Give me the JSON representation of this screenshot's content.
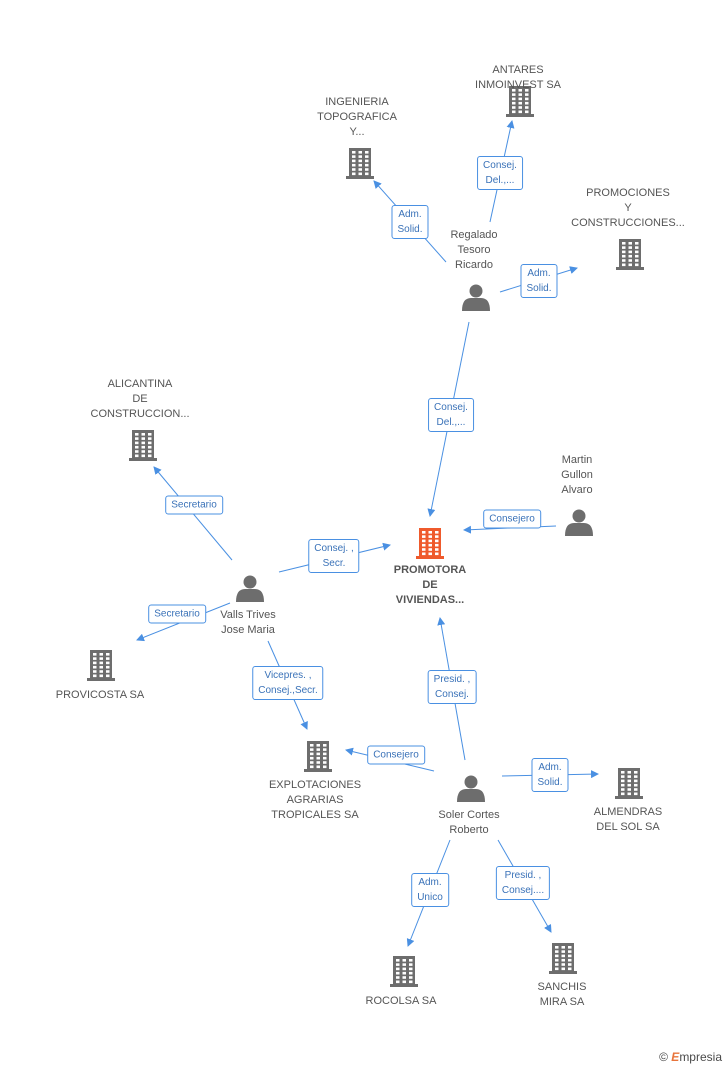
{
  "colors": {
    "edge": "#4a90e2",
    "icon": "#6d6d6d",
    "center_icon": "#ef5a2c",
    "label": "#555555"
  },
  "nodes": [
    {
      "id": "promotora",
      "type": "company",
      "center": true,
      "lines": [
        "PROMOTORA",
        "DE",
        "VIVIENDAS..."
      ]
    },
    {
      "id": "regalado",
      "type": "person",
      "lines": [
        "Regalado",
        "Tesoro",
        "Ricardo"
      ]
    },
    {
      "id": "antares",
      "type": "company",
      "lines": [
        "ANTARES",
        "INMOINVEST SA"
      ]
    },
    {
      "id": "ingenieria",
      "type": "company",
      "lines": [
        "INGENIERIA",
        "TOPOGRAFICA",
        "Y..."
      ]
    },
    {
      "id": "promociones",
      "type": "company",
      "lines": [
        "PROMOCIONES",
        "Y",
        "CONSTRUCCIONES..."
      ]
    },
    {
      "id": "martin",
      "type": "person",
      "lines": [
        "Martin",
        "Gullon",
        "Alvaro"
      ]
    },
    {
      "id": "alicantina",
      "type": "company",
      "lines": [
        "ALICANTINA",
        "DE",
        "CONSTRUCCION..."
      ]
    },
    {
      "id": "valls",
      "type": "person",
      "lines": [
        "Valls Trives",
        "Jose Maria"
      ]
    },
    {
      "id": "provicosta",
      "type": "company",
      "lines": [
        "PROVICOSTA SA"
      ]
    },
    {
      "id": "explotaciones",
      "type": "company",
      "lines": [
        "EXPLOTACIONES",
        "AGRARIAS",
        "TROPICALES SA"
      ]
    },
    {
      "id": "soler",
      "type": "person",
      "lines": [
        "Soler Cortes",
        "Roberto"
      ]
    },
    {
      "id": "almendras",
      "type": "company",
      "lines": [
        "ALMENDRAS",
        "DEL SOL SA"
      ]
    },
    {
      "id": "rocolsa",
      "type": "company",
      "lines": [
        "ROCOLSA SA"
      ]
    },
    {
      "id": "sanchis",
      "type": "company",
      "lines": [
        "SANCHIS",
        "MIRA SA"
      ]
    }
  ],
  "edges": [
    {
      "from": "regalado",
      "to": "antares",
      "label": [
        "Consej.",
        "Del.,..."
      ]
    },
    {
      "from": "regalado",
      "to": "ingenieria",
      "label": [
        "Adm.",
        "Solid."
      ]
    },
    {
      "from": "regalado",
      "to": "promociones",
      "label": [
        "Adm.",
        "Solid."
      ]
    },
    {
      "from": "regalado",
      "to": "promotora",
      "label": [
        "Consej.",
        "Del.,..."
      ]
    },
    {
      "from": "martin",
      "to": "promotora",
      "label": [
        "Consejero"
      ]
    },
    {
      "from": "valls",
      "to": "alicantina",
      "label": [
        "Secretario"
      ]
    },
    {
      "from": "valls",
      "to": "promotora",
      "label": [
        "Consej. ,",
        "Secr."
      ]
    },
    {
      "from": "valls",
      "to": "provicosta",
      "label": [
        "Secretario"
      ]
    },
    {
      "from": "valls",
      "to": "explotaciones",
      "label": [
        "Vicepres. ,",
        "Consej.,Secr."
      ]
    },
    {
      "from": "soler",
      "to": "promotora",
      "label": [
        "Presid. ,",
        "Consej."
      ]
    },
    {
      "from": "soler",
      "to": "explotaciones",
      "label": [
        "Consejero"
      ]
    },
    {
      "from": "soler",
      "to": "almendras",
      "label": [
        "Adm.",
        "Solid."
      ]
    },
    {
      "from": "soler",
      "to": "rocolsa",
      "label": [
        "Adm.",
        "Unico"
      ]
    },
    {
      "from": "soler",
      "to": "sanchis",
      "label": [
        "Presid. ,",
        "Consej...."
      ]
    }
  ],
  "brand": {
    "copyright": "©",
    "name_initial": "E",
    "name_rest": "mpresia"
  }
}
